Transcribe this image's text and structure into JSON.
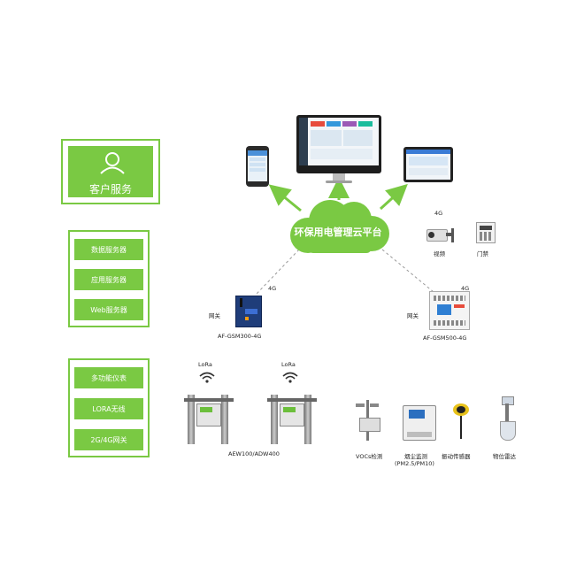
{
  "left_panels": {
    "customer_service": {
      "label": "客户服务",
      "icon": "user-icon"
    },
    "servers": [
      "数据服务器",
      "应用服务器",
      "Web服务器"
    ],
    "devices_group": [
      "多功能仪表",
      "LORA无线",
      "2G/4G网关"
    ]
  },
  "cloud": {
    "label": "环保用电管理云平台"
  },
  "gateways": {
    "left": {
      "label": "网关",
      "model": "AF-GSM300-4G",
      "link": "4G"
    },
    "right": {
      "label": "网关",
      "model": "AF-GSM500-4G",
      "link": "4G"
    }
  },
  "top_right_devices": {
    "link": "4G",
    "video": "视频",
    "access": "门禁"
  },
  "lora": {
    "tag1": "LoRa",
    "tag2": "LoRa",
    "meter_model": "AEW100/ADW400"
  },
  "sensors": [
    {
      "label": "VOCs检测"
    },
    {
      "label": "烟尘监测",
      "sub": "(PM2.5/PM10)"
    },
    {
      "label": "振动传感器"
    },
    {
      "label": "物位雷达"
    }
  ],
  "colors": {
    "accent": "#7ac943",
    "arrow": "#7ac943",
    "dashed": "#999999"
  }
}
